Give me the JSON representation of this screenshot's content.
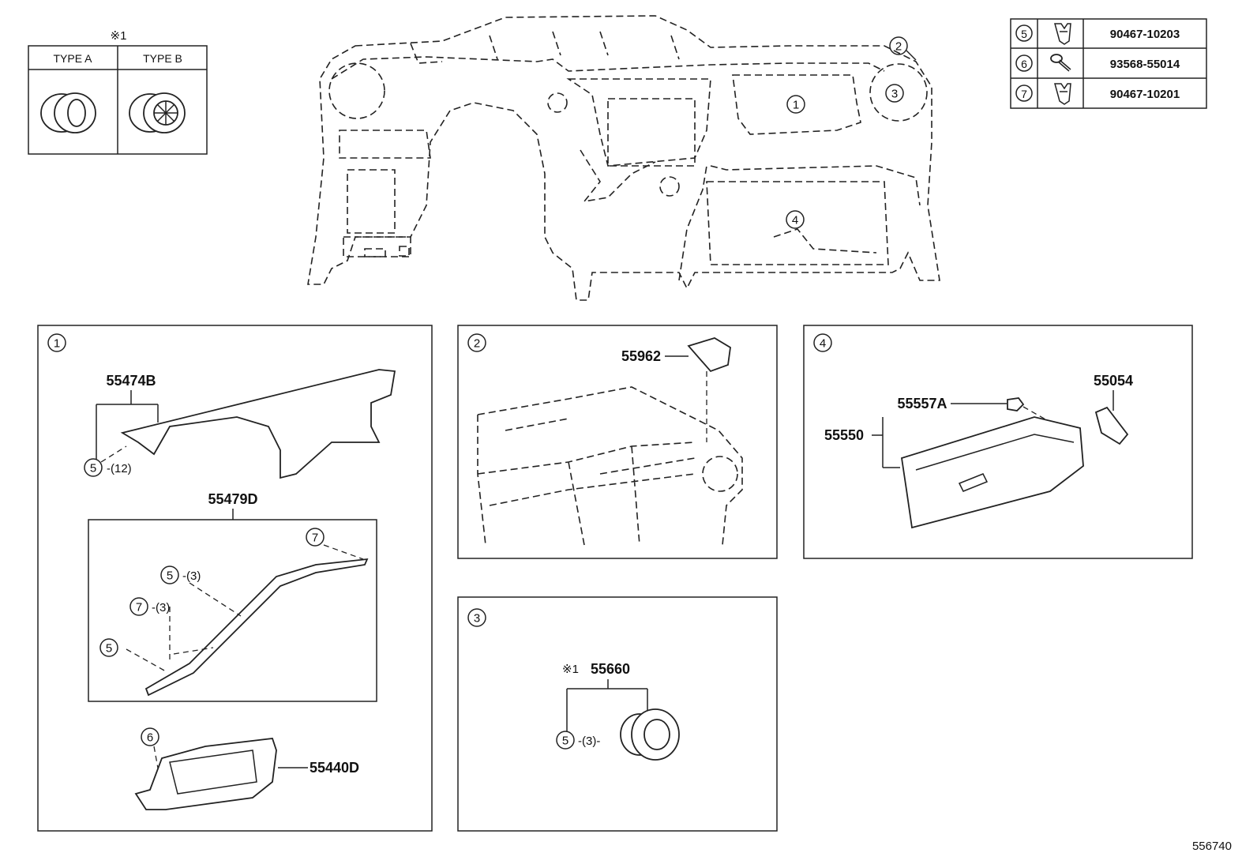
{
  "variants": {
    "note": "※1",
    "type_a": "TYPE  A",
    "type_b": "TYPE  B"
  },
  "fasteners": [
    {
      "ref": "5",
      "part_no": "90467-10203",
      "icon": "clip-icon"
    },
    {
      "ref": "6",
      "part_no": "93568-55014",
      "icon": "screw-icon"
    },
    {
      "ref": "7",
      "part_no": "90467-10201",
      "icon": "clip-icon"
    }
  ],
  "overview": {
    "callouts": [
      "1",
      "2",
      "3",
      "4"
    ]
  },
  "panel1": {
    "id": "1",
    "p1": "55474B",
    "p1_qty": "-(12)",
    "p2": "55479D",
    "p2_qty_a": "-(3)",
    "p2_qty_b": "-(3)",
    "p3": "55440D",
    "c5": "5",
    "c6": "6",
    "c7": "7"
  },
  "panel2": {
    "id": "2",
    "p1": "55962"
  },
  "panel3": {
    "id": "3",
    "note": "※1",
    "p1": "55660",
    "qty": "-(3)-",
    "c5": "5"
  },
  "panel4": {
    "id": "4",
    "p1": "55557A",
    "p2": "55054",
    "p3": "55550"
  },
  "diagram_id": "556740"
}
